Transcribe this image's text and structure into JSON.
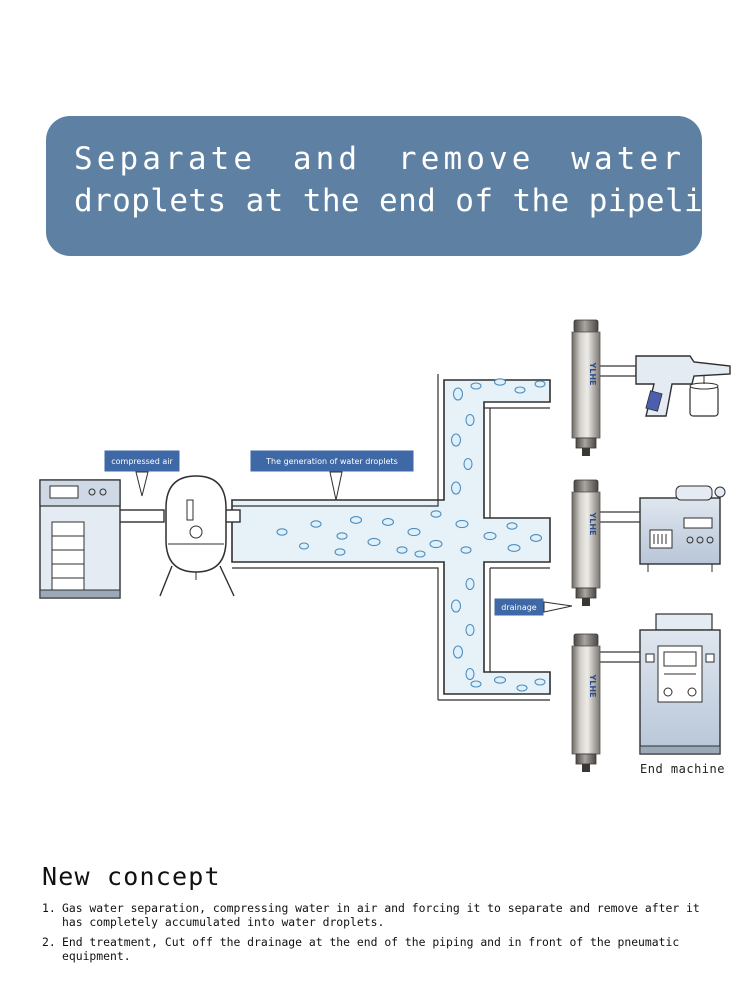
{
  "banner": {
    "line1": "Separate and remove water",
    "line2": "droplets at the end of the pipeline",
    "color": "#5e80a3"
  },
  "diagram": {
    "callouts": {
      "compressed_air": "compressed air",
      "water_droplets": "The generation of water droplets",
      "drainage": "drainage"
    },
    "end_machine_label": "End machine",
    "filter_brand": "YLHE",
    "icons": [
      "air-compressor-icon",
      "air-tank-icon",
      "filter-cylinder-icon",
      "spray-gun-icon",
      "machine-unit-icon",
      "control-cabinet-icon"
    ],
    "colors": {
      "pipe": "#e6f2f8",
      "droplet": "#5b9bc6",
      "callout": "#3e68a6"
    }
  },
  "concept": {
    "title": "New concept",
    "items": [
      {
        "num": "1.",
        "text": "Gas water separation, compressing water in air and forcing it to separate and remove after it has completely accumulated into water droplets."
      },
      {
        "num": "2.",
        "text": "End treatment, Cut off the drainage at the end of the piping and in front of the pneumatic equipment."
      }
    ]
  }
}
